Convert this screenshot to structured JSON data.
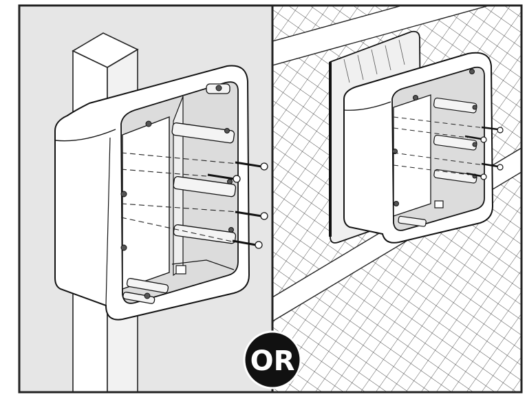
{
  "badge": {
    "label": "OR"
  },
  "colors": {
    "panel_bg": "#e6e6e6",
    "frame": "#222222",
    "badge_bg": "#111111",
    "badge_text": "#ffffff",
    "box_fill": "#ffffff",
    "box_inner": "#dcdcdc",
    "hatch": "#333333"
  },
  "panels": [
    {
      "scene": "box-mounted-on-post"
    },
    {
      "scene": "box-mounted-on-wall-with-spacer"
    }
  ]
}
